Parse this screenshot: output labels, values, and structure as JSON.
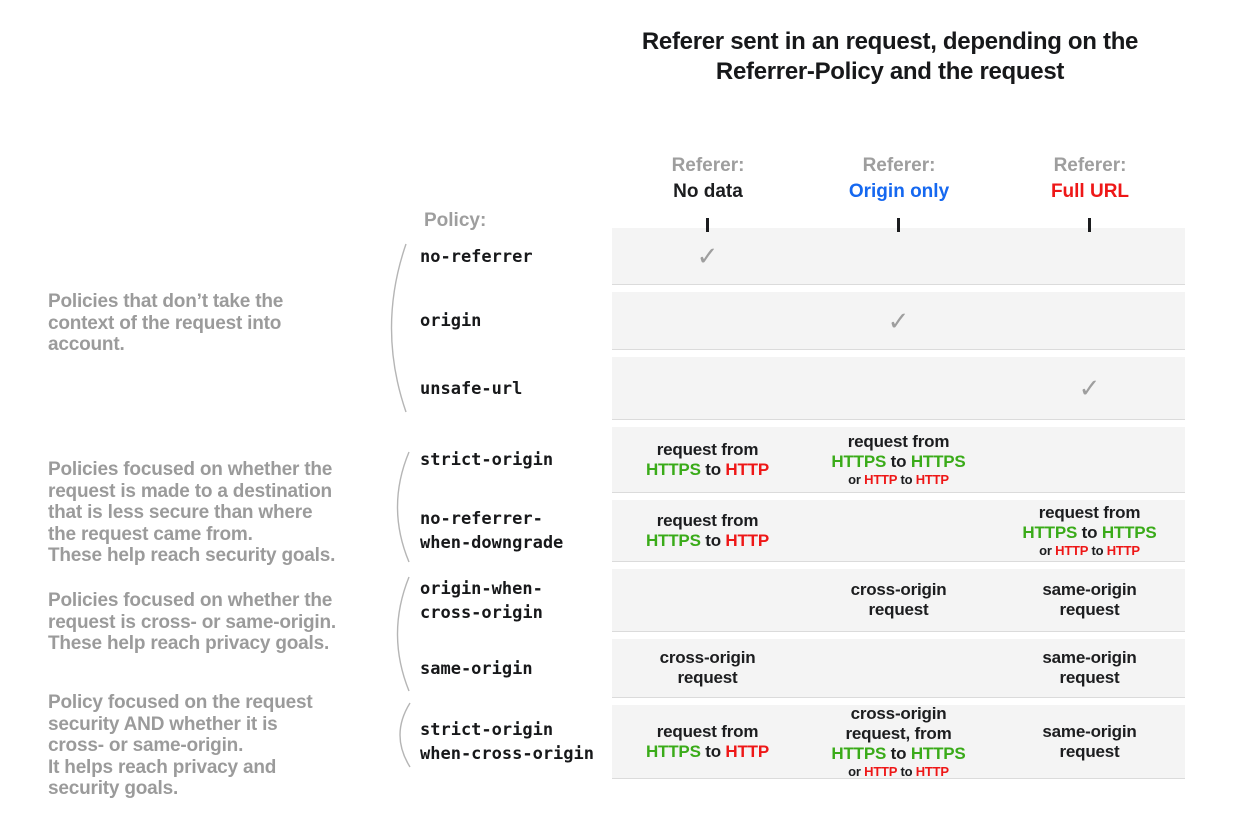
{
  "title": {
    "line1": "Referer sent in an request, depending on the",
    "line2": "Referrer-Policy and the request"
  },
  "policy_label": "Policy:",
  "check_glyph": "✓",
  "colors": {
    "black": "#1c1d1f",
    "gray": "#9b9b9b",
    "check": "#9e9e9e",
    "green": "#3aab19",
    "red": "#ee1717",
    "blue": "#1568f0",
    "row_background": "#f4f4f4"
  },
  "columns": [
    {
      "label": "Referer:",
      "value": "No data",
      "color_key": "black"
    },
    {
      "label": "Referer:",
      "value": "Origin only",
      "color_key": "blue"
    },
    {
      "label": "Referer:",
      "value": "Full URL",
      "color_key": "red"
    }
  ],
  "groups": [
    {
      "lines": [
        "Policies that don’t take the",
        "context of the request into",
        "account."
      ]
    },
    {
      "lines": [
        "Policies focused on whether the",
        "request is made to a destination",
        "that is less secure than where",
        "the request came from.",
        "These help reach security goals."
      ]
    },
    {
      "lines": [
        "Policies focused on whether the",
        "request is cross- or same-origin.",
        "These help reach privacy goals."
      ]
    },
    {
      "lines": [
        "Policy focused on the request",
        "security AND whether it is",
        "cross- or same-origin.",
        "It helps reach privacy and",
        "security goals."
      ]
    }
  ],
  "rows": [
    {
      "policy": [
        "no-referrer"
      ],
      "cells": [
        {
          "check": true
        },
        {},
        {}
      ]
    },
    {
      "policy": [
        "origin"
      ],
      "cells": [
        {},
        {
          "check": true
        },
        {}
      ]
    },
    {
      "policy": [
        "unsafe-url"
      ],
      "cells": [
        {},
        {},
        {
          "check": true
        }
      ]
    },
    {
      "policy": [
        "strict-origin"
      ],
      "cells": [
        {
          "lines": [
            {
              "seg": [
                {
                  "t": "request from",
                  "c": "black"
                }
              ]
            },
            {
              "seg": [
                {
                  "t": "HTTPS",
                  "c": "green"
                },
                {
                  "t": " to ",
                  "c": "black"
                },
                {
                  "t": "HTTP",
                  "c": "red"
                }
              ]
            }
          ]
        },
        {
          "lines": [
            {
              "seg": [
                {
                  "t": "request from",
                  "c": "black"
                }
              ]
            },
            {
              "seg": [
                {
                  "t": "HTTPS",
                  "c": "green"
                },
                {
                  "t": " to ",
                  "c": "black"
                },
                {
                  "t": "HTTPS",
                  "c": "green"
                }
              ]
            },
            {
              "small": true,
              "seg": [
                {
                  "t": "or ",
                  "c": "black"
                },
                {
                  "t": "HTTP",
                  "c": "red"
                },
                {
                  "t": " to ",
                  "c": "black"
                },
                {
                  "t": "HTTP",
                  "c": "red"
                }
              ]
            }
          ]
        },
        {}
      ]
    },
    {
      "policy": [
        "no-referrer-",
        "when-downgrade"
      ],
      "cells": [
        {
          "lines": [
            {
              "seg": [
                {
                  "t": "request from",
                  "c": "black"
                }
              ]
            },
            {
              "seg": [
                {
                  "t": "HTTPS",
                  "c": "green"
                },
                {
                  "t": " to ",
                  "c": "black"
                },
                {
                  "t": "HTTP",
                  "c": "red"
                }
              ]
            }
          ]
        },
        {},
        {
          "lines": [
            {
              "seg": [
                {
                  "t": "request from",
                  "c": "black"
                }
              ]
            },
            {
              "seg": [
                {
                  "t": "HTTPS",
                  "c": "green"
                },
                {
                  "t": " to ",
                  "c": "black"
                },
                {
                  "t": "HTTPS",
                  "c": "green"
                }
              ]
            },
            {
              "small": true,
              "seg": [
                {
                  "t": "or ",
                  "c": "black"
                },
                {
                  "t": "HTTP",
                  "c": "red"
                },
                {
                  "t": " to ",
                  "c": "black"
                },
                {
                  "t": "HTTP",
                  "c": "red"
                }
              ]
            }
          ]
        }
      ]
    },
    {
      "policy": [
        "origin-when-",
        "cross-origin"
      ],
      "cells": [
        {},
        {
          "lines": [
            {
              "seg": [
                {
                  "t": "cross-origin",
                  "c": "black"
                }
              ]
            },
            {
              "seg": [
                {
                  "t": "request",
                  "c": "black"
                }
              ]
            }
          ]
        },
        {
          "lines": [
            {
              "seg": [
                {
                  "t": "same-origin",
                  "c": "black"
                }
              ]
            },
            {
              "seg": [
                {
                  "t": "request",
                  "c": "black"
                }
              ]
            }
          ]
        }
      ]
    },
    {
      "policy": [
        "same-origin"
      ],
      "cells": [
        {
          "lines": [
            {
              "seg": [
                {
                  "t": "cross-origin",
                  "c": "black"
                }
              ]
            },
            {
              "seg": [
                {
                  "t": "request",
                  "c": "black"
                }
              ]
            }
          ]
        },
        {},
        {
          "lines": [
            {
              "seg": [
                {
                  "t": "same-origin",
                  "c": "black"
                }
              ]
            },
            {
              "seg": [
                {
                  "t": "request",
                  "c": "black"
                }
              ]
            }
          ]
        }
      ]
    },
    {
      "policy": [
        "strict-origin",
        "when-cross-origin"
      ],
      "cells": [
        {
          "lines": [
            {
              "seg": [
                {
                  "t": "request from",
                  "c": "black"
                }
              ]
            },
            {
              "seg": [
                {
                  "t": "HTTPS",
                  "c": "green"
                },
                {
                  "t": " to ",
                  "c": "black"
                },
                {
                  "t": "HTTP",
                  "c": "red"
                }
              ]
            }
          ]
        },
        {
          "lines": [
            {
              "seg": [
                {
                  "t": "cross-origin",
                  "c": "black"
                }
              ]
            },
            {
              "seg": [
                {
                  "t": "request, from",
                  "c": "black"
                }
              ]
            },
            {
              "seg": [
                {
                  "t": "HTTPS",
                  "c": "green"
                },
                {
                  "t": " to ",
                  "c": "black"
                },
                {
                  "t": "HTTPS",
                  "c": "green"
                }
              ]
            },
            {
              "small": true,
              "seg": [
                {
                  "t": "or ",
                  "c": "black"
                },
                {
                  "t": "HTTP",
                  "c": "red"
                },
                {
                  "t": " to ",
                  "c": "black"
                },
                {
                  "t": "HTTP",
                  "c": "red"
                }
              ]
            }
          ]
        },
        {
          "lines": [
            {
              "seg": [
                {
                  "t": "same-origin",
                  "c": "black"
                }
              ]
            },
            {
              "seg": [
                {
                  "t": "request",
                  "c": "black"
                }
              ]
            }
          ]
        }
      ]
    }
  ]
}
